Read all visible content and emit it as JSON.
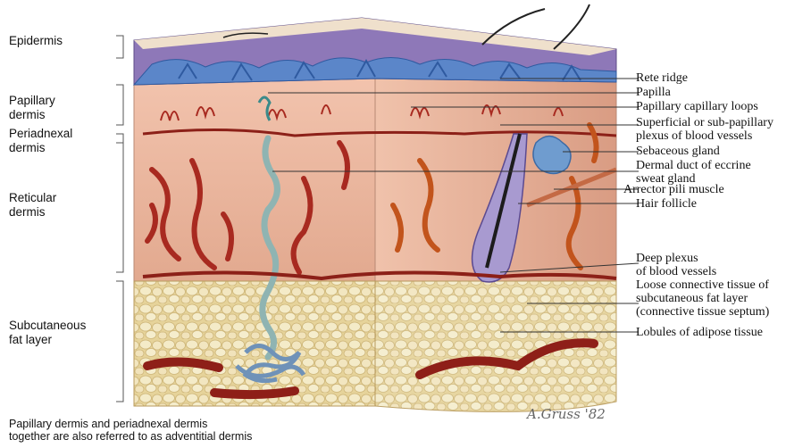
{
  "left_labels": [
    "Epidermis",
    "Papillary\ndermis",
    "Periadnexal\ndermis",
    "Reticular\ndermis",
    "Subcutaneous\nfat layer"
  ],
  "right_labels": [
    "Rete ridge",
    "Papilla",
    "Papillary capillary loops",
    "Superficial or sub-papillary\nplexus of blood vessels",
    "Sebaceous gland",
    "Dermal duct of eccrine\nsweat gland",
    "Arrector pili muscle",
    "Hair follicle",
    "Deep plexus\nof blood vessels",
    "Loose connective tissue of\nsubcutaneous fat layer\n(connective tissue septum)",
    "Lobules of adipose tissue"
  ],
  "caption": {
    "line1": "Papillary dermis and periadnexal dermis",
    "line2": "together are also referred to as adventitial dermis"
  },
  "signature": "A.Gruss '82",
  "colors": {
    "epidermis_blue": "#5b86c9",
    "epidermis_purple": "#8e78b8",
    "dermis_pink": "#eab5a0",
    "fat_yellow": "#e9dcaa",
    "vessel_red": "#a82a20",
    "vessel_dark": "#6e1a14",
    "gland_blue": "#6f9ccf",
    "duct_teal": "#8fb4b2"
  }
}
